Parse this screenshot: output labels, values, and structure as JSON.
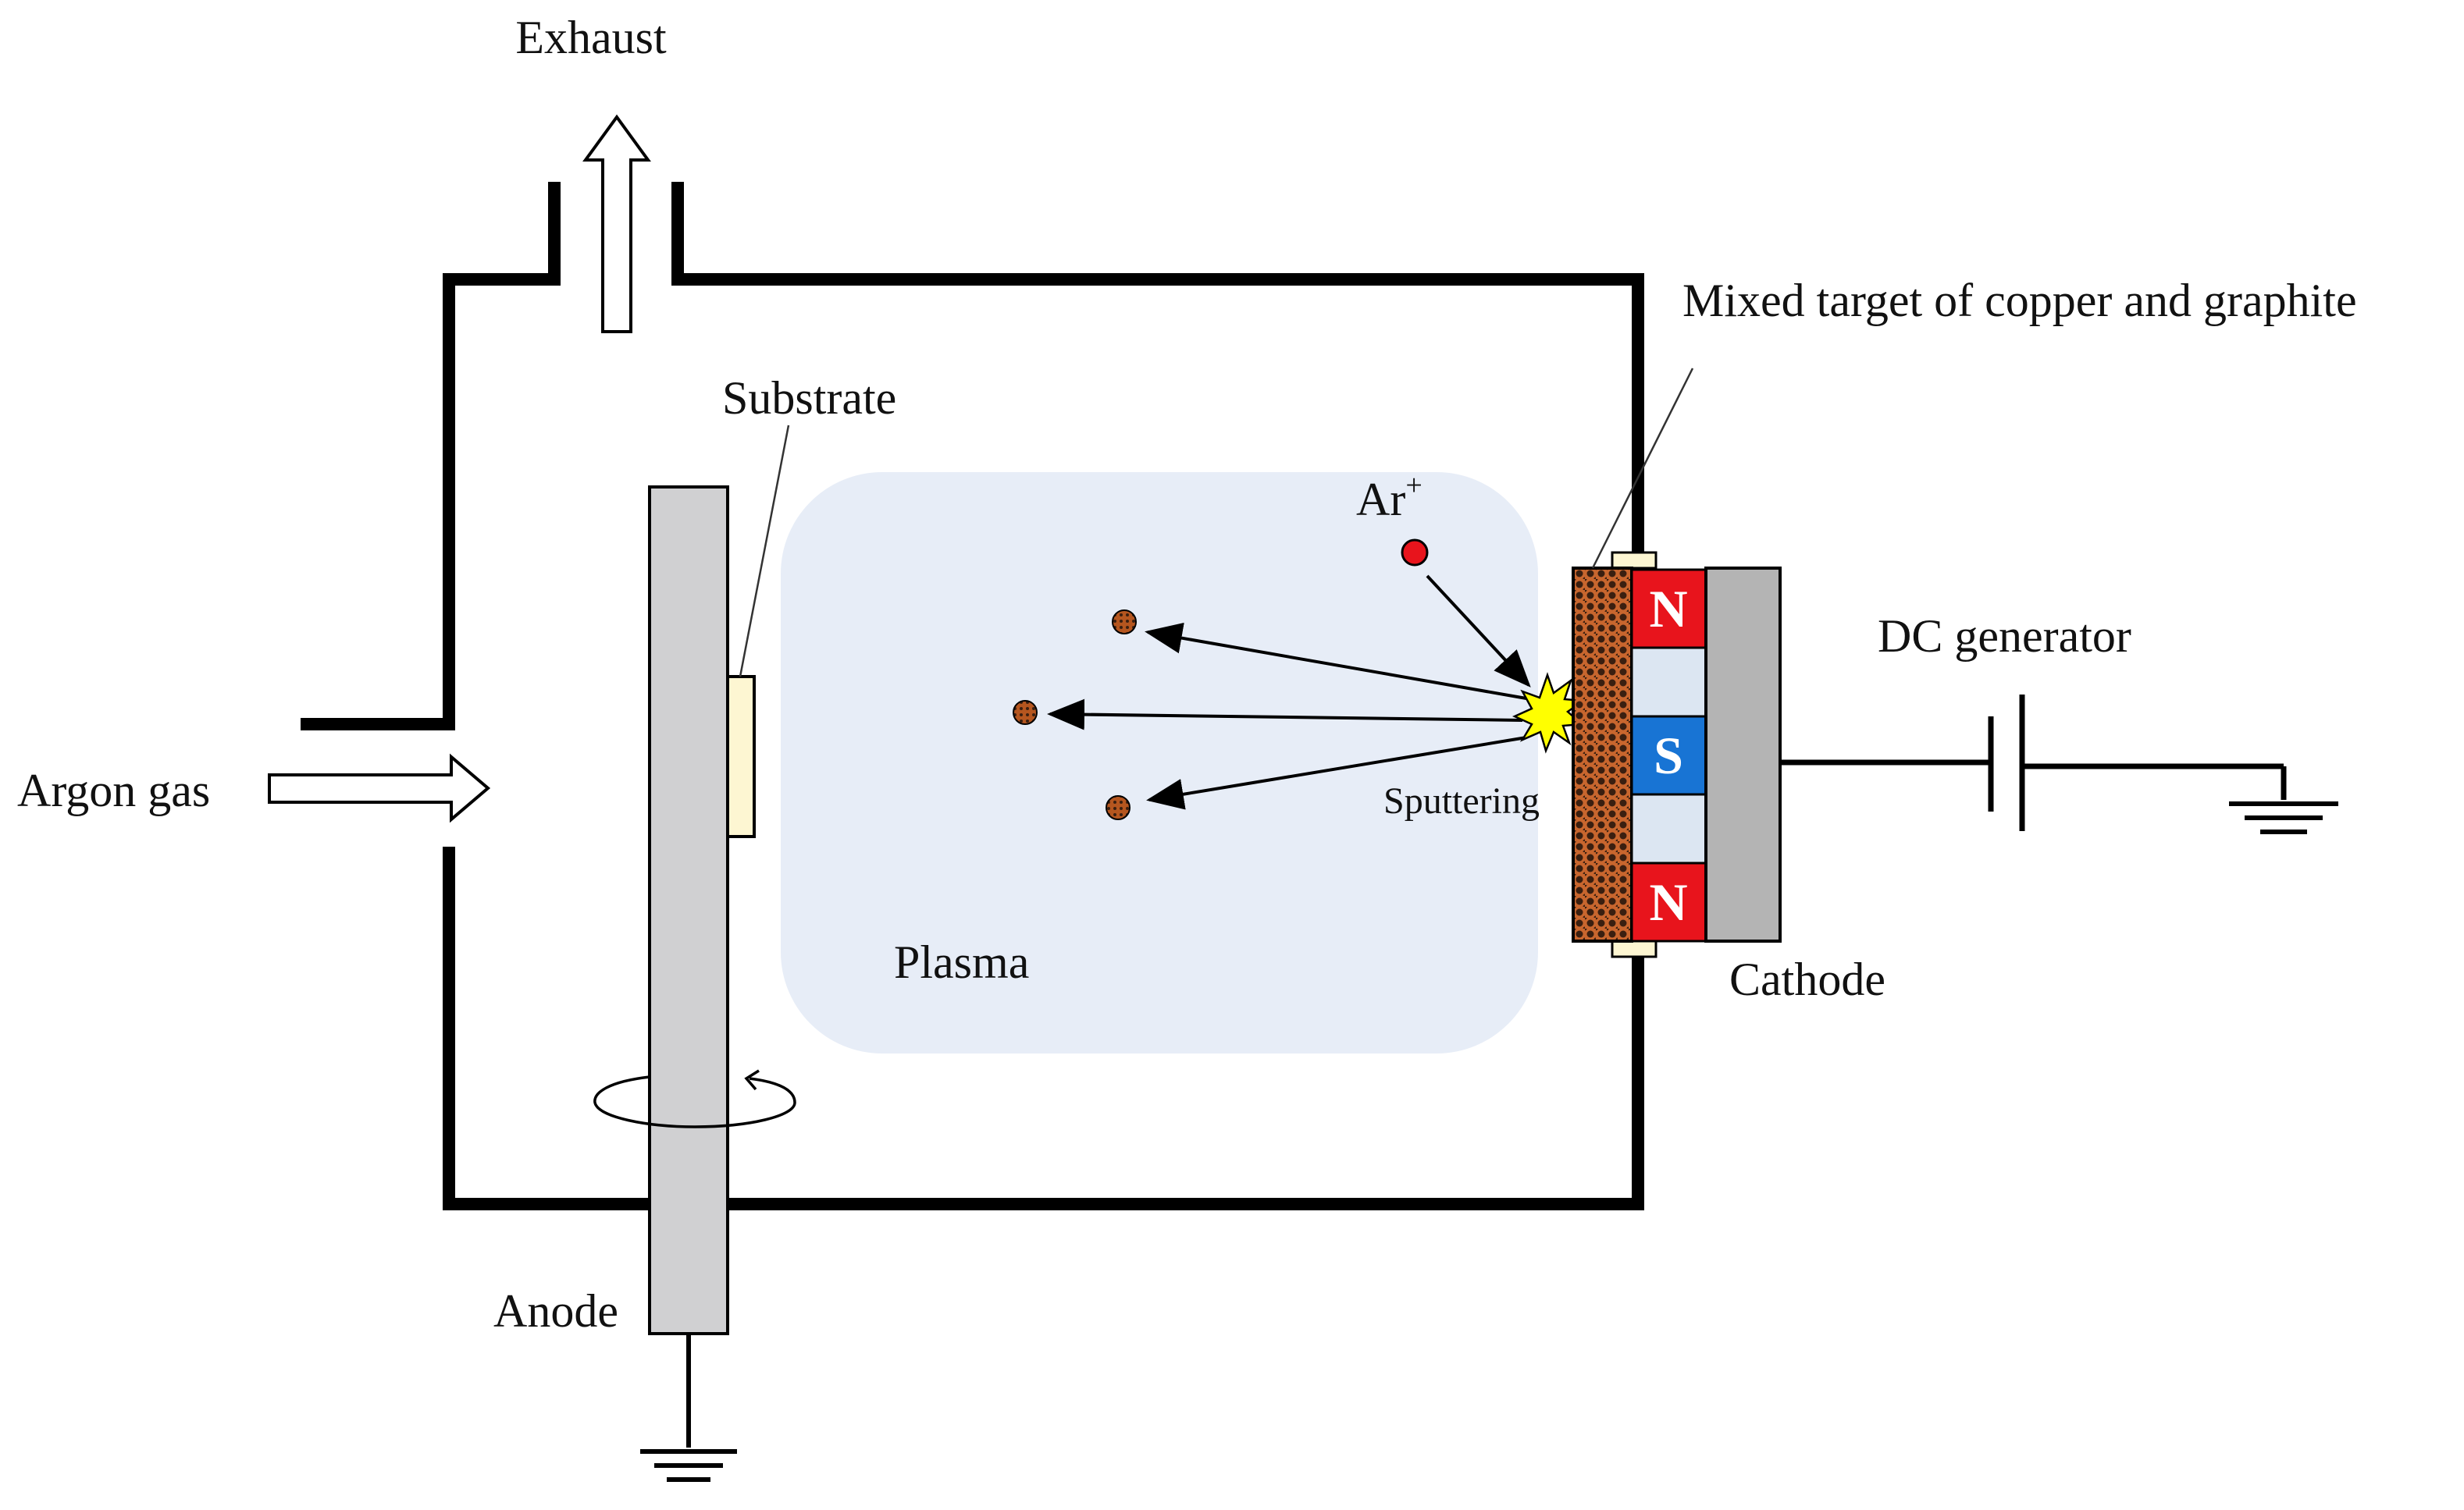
{
  "labels": {
    "exhaust": "Exhaust",
    "argon_gas": "Argon gas",
    "substrate": "Substrate",
    "mixed_target": "Mixed target of copper and graphite",
    "ar_ion": "Ar",
    "ar_charge": "+",
    "dc_generator": "DC generator",
    "sputtering": "Sputtering",
    "plasma": "Plasma",
    "cathode": "Cathode",
    "anode": "Anode",
    "magnet_n_top": "N",
    "magnet_s": "S",
    "magnet_n_bottom": "N"
  },
  "colors": {
    "chamber_wall": "#000000",
    "plasma_fill": "#e7edf7",
    "anode_fill": "#d0d0d2",
    "substrate_fill": "#fdf6d2",
    "target_fill": "#c8662e",
    "magnet_n": "#e8141c",
    "magnet_s": "#1874d4",
    "magnet_spacer": "#dce6f2",
    "cathode_fill": "#b4b4b4",
    "ion_fill": "#e8141c",
    "particle_fill": "#b5561f",
    "spark_fill": "#ffff00"
  },
  "icons": {
    "ground": "ground-symbol-icon",
    "rotation": "rotation-arrow-icon",
    "spark": "spark-icon",
    "flow_arrow": "hollow-arrow-icon"
  }
}
